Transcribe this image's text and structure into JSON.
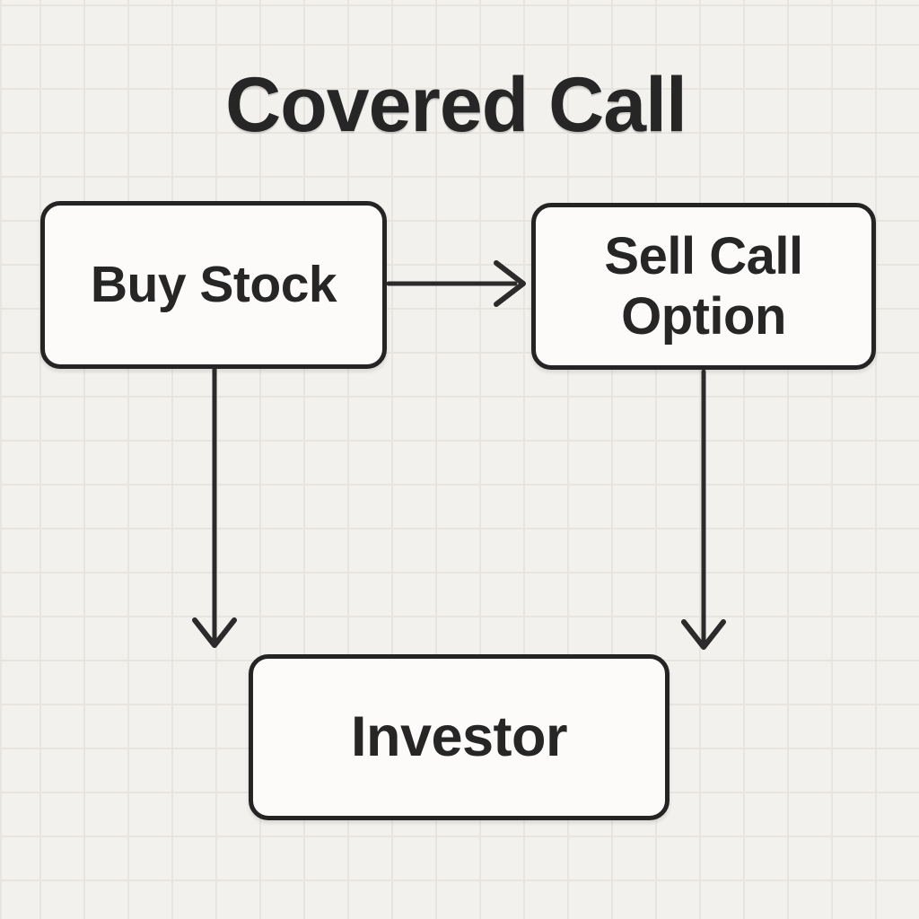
{
  "title": "Covered Call",
  "diagram": {
    "type": "flowchart",
    "nodes": [
      {
        "id": "buy-stock",
        "label": "Buy Stock"
      },
      {
        "id": "sell-call-option",
        "label": "Sell Call Option"
      },
      {
        "id": "investor",
        "label": "Investor"
      }
    ],
    "edges": [
      {
        "from": "buy-stock",
        "to": "sell-call-option",
        "direction": "right",
        "style": "arrow"
      },
      {
        "from": "buy-stock",
        "to": "investor",
        "direction": "down",
        "style": "arrow"
      },
      {
        "from": "sell-call-option",
        "to": "investor",
        "direction": "down",
        "style": "arrow"
      }
    ]
  },
  "colors": {
    "background": "#f3f1ed",
    "grid_line": "#e8e5e1",
    "node_fill": "#fcfbfa",
    "node_border": "#242424",
    "ink": "#262626"
  }
}
